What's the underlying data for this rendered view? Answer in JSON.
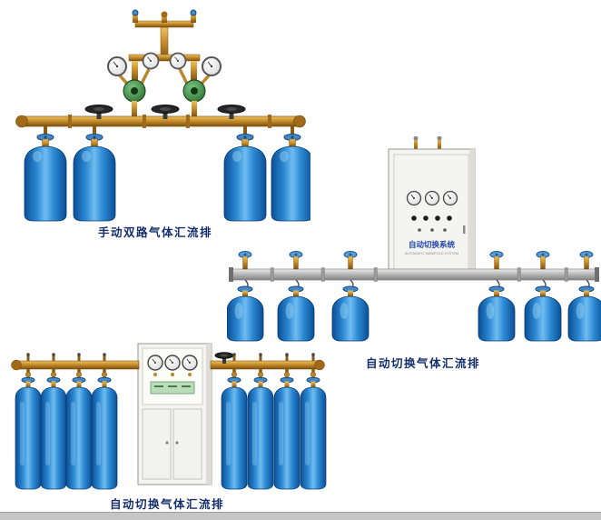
{
  "page": {
    "background": "#ffffff"
  },
  "products": [
    {
      "id": "manual-dual-manifold",
      "caption": "手动双路气体汇流排",
      "cylinders": 4,
      "regulators": 2,
      "gauges": 4
    },
    {
      "id": "auto-switch-manifold-with-cabinet",
      "caption": "自动切换气体汇流排",
      "cabinet_label": "自动切换系统",
      "cabinet_sublabel": "AUTOMATIC MANIFOLD SYSTEM",
      "cylinders": 6,
      "cabinet_gauges": 3
    },
    {
      "id": "auto-switch-manifold-tall-cylinders",
      "caption": "自动切换气体汇流排",
      "cylinders": 8,
      "cabinet_gauges": 3
    }
  ],
  "palette": {
    "cylinder_blue_dark": "#0b4f96",
    "cylinder_blue_light": "#70bcf0",
    "brass": "#c78e2d",
    "brass_dark": "#7c5010",
    "cabinet_body": "#f4f4f1",
    "caption_text": "#142f6b",
    "footer_bar": "#c6c6c6",
    "valve_wheel_blue": "#4388c8",
    "regulator_green": "#2e7d32",
    "pipe_silver": "#b8b8b8"
  }
}
